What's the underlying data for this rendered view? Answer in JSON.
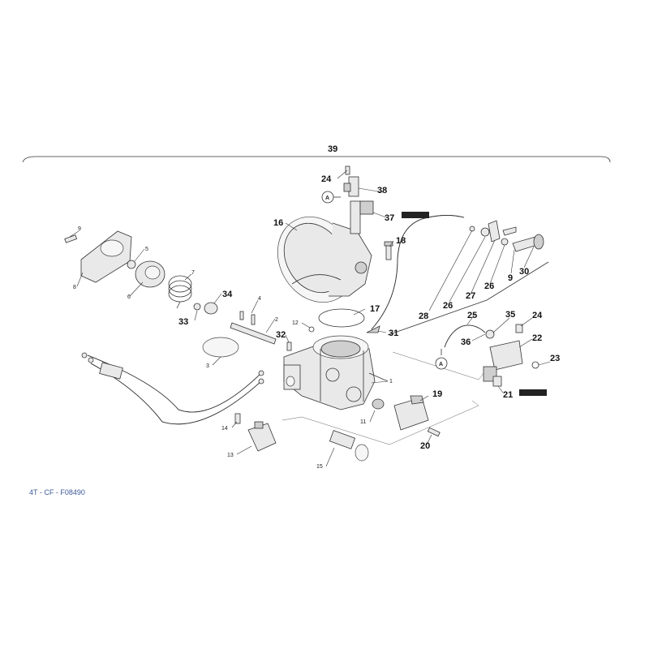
{
  "reference_code": "4T - CF - F08490",
  "group_label": "39",
  "marker_label": "A",
  "callouts": {
    "c1": "1",
    "c2": "2",
    "c3": "3",
    "c4": "4",
    "c5": "5",
    "c6": "6",
    "c7": "7",
    "c8": "8",
    "c9a": "9",
    "c9b": "9",
    "c11": "11",
    "c12": "12",
    "c13": "13",
    "c14": "14",
    "c15": "15",
    "c16": "16",
    "c17": "17",
    "c18": "18",
    "c19": "19",
    "c20": "20",
    "c21": "21",
    "c22": "22",
    "c23": "23",
    "c24a": "24",
    "c24b": "24",
    "c25": "25",
    "c26a": "26",
    "c26b": "26",
    "c27": "27",
    "c28": "28",
    "c30": "30",
    "c31": "31",
    "c32": "32",
    "c33": "33",
    "c34": "34",
    "c35": "35",
    "c36": "36",
    "c37": "37",
    "c38": "38"
  }
}
